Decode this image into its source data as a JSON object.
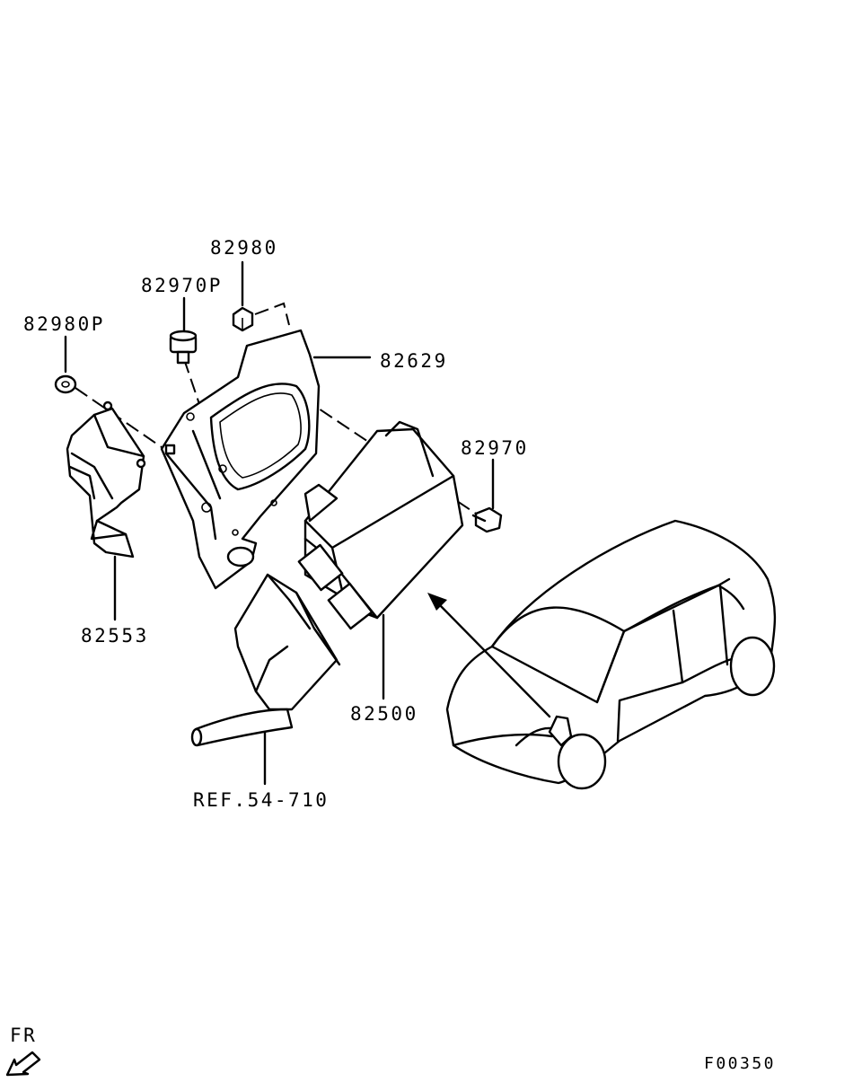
{
  "labels": {
    "p82980": "82980",
    "p82970p": "82970P",
    "p82980p": "82980P",
    "p82629": "82629",
    "p82970": "82970",
    "p82553": "82553",
    "p82500": "82500",
    "ref": "REF.54-710",
    "fr": "FR",
    "figure_code": "F00350"
  }
}
